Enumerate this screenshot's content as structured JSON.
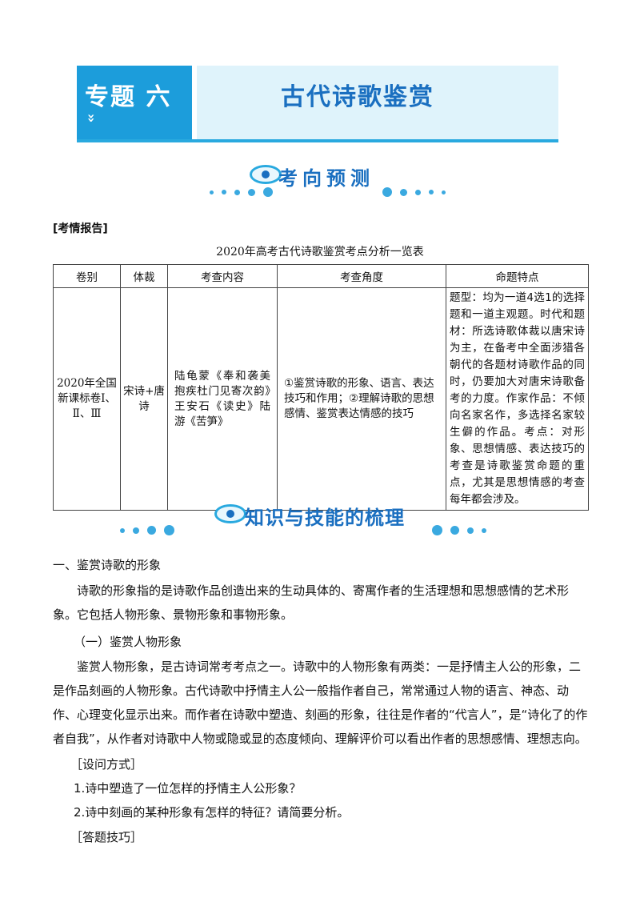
{
  "banner": {
    "topic": "专题 六",
    "chevron": "››",
    "title": "古代诗歌鉴赏"
  },
  "section1": {
    "title": "考向预测"
  },
  "report_label": "[考情报告]",
  "table": {
    "caption": "2020年高考古代诗歌鉴赏考点分析一览表",
    "headers": [
      "卷别",
      "体裁",
      "考查内容",
      "考查角度",
      "命题特点"
    ],
    "row": {
      "juanbie": "2020年全国新课标卷Ⅰ、Ⅱ、Ⅲ",
      "ticai": "宋诗+唐诗",
      "neirong": "陆龟蒙《奉和袭美抱疾杜门见寄次韵》王安石《读史》陆游《苦笋》",
      "jiaodu": "①鉴赏诗歌的形象、语言、表达技巧和作用；②理解诗歌的思想感情、鉴赏表达情感的技巧",
      "tedian": "题型：均为一道4选1的选择题和一道主观题。时代和题材：所选诗歌体裁以唐宋诗为主，在备考中全面涉猎各朝代的各题材诗歌作品的同时，仍要加大对唐宋诗歌备考的力度。作家作品：不倾向名家名作，多选择名家较生僻的作品。考点：对形象、思想情感、表达技巧的考查是诗歌鉴赏命题的重点，尤其是思想情感的考查每年都会涉及。"
    }
  },
  "section2": {
    "title": "知识与技能的梳理"
  },
  "content": {
    "h1": "一、鉴赏诗歌的形象",
    "p1": "诗歌的形象指的是诗歌作品创造出来的生动具体的、寄寓作者的生活理想和思想感情的艺术形象。它包括人物形象、景物形象和事物形象。",
    "h2": "（一）鉴赏人物形象",
    "p2": "鉴赏人物形象，是古诗词常考考点之一。诗歌中的人物形象有两类：一是抒情主人公的形象，二是作品刻画的人物形象。古代诗歌中抒情主人公一般指作者自己，常常通过人物的语言、神态、动作、心理变化显示出来。而作者在诗歌中塑造、刻画的形象，往往是作者的“代言人”，是“诗化了的作者自我”，从作者对诗歌中人物或隐或显的态度倾向、理解评价可以看出作者的思想感情、理想志向。",
    "b1": "［设问方式］",
    "q1": "1.诗中塑造了一位怎样的抒情主人公形象？",
    "q2": "2.诗中刻画的某种形象有怎样的特征？请简要分析。",
    "b2": "［答题技巧］"
  },
  "colors": {
    "accent": "#1c9ddb",
    "title_blue": "#1a6fc0",
    "banner_bg": "#dff3fb"
  }
}
